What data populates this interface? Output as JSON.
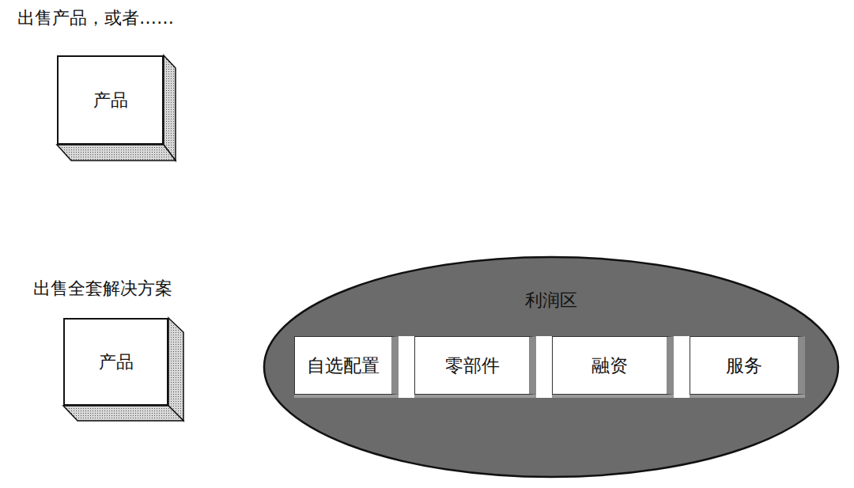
{
  "diagram": {
    "nodes": [
      {
        "text": [
          "产品"
        ]
      },
      {
        "text": [
          "产品"
        ]
      },
      {
        "text": [
          "利润区"
        ]
      },
      {
        "text": [
          "自选配置"
        ],
        "in": 2
      },
      {
        "text": [
          "零部件"
        ],
        "in": 2
      },
      {
        "text": [
          "融资"
        ],
        "in": 2
      },
      {
        "text": [
          "服务"
        ],
        "in": 2
      }
    ],
    "labels": [
      "出售产品，或者……",
      "出售全套解决方案"
    ]
  }
}
